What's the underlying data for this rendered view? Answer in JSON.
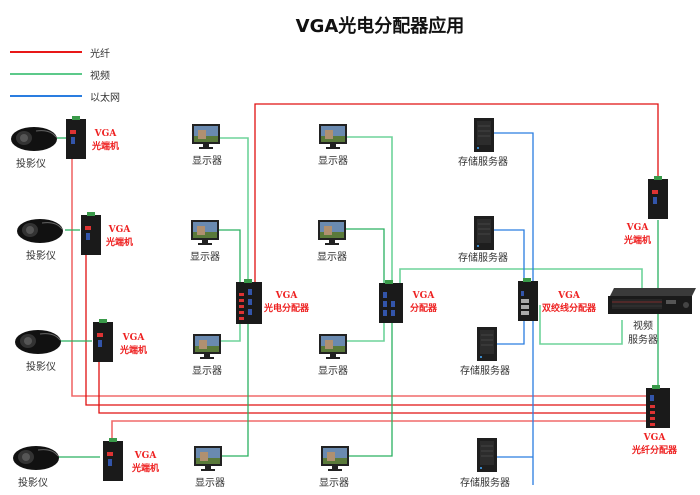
{
  "title": "VGA光电分配器应用",
  "legend": [
    {
      "label": "光纤",
      "color": "#e81818"
    },
    {
      "label": "视频",
      "color": "#5cc98a"
    },
    {
      "label": "以太网",
      "color": "#2a7de0"
    }
  ],
  "nodes": {
    "projectors": [
      {
        "label": "投影仪"
      },
      {
        "label": "投影仪"
      },
      {
        "label": "投影仪"
      },
      {
        "label": "投影仪"
      }
    ],
    "fiber_transceivers": [
      {
        "model": "VGA",
        "type": "光端机"
      },
      {
        "model": "VGA",
        "type": "光端机"
      },
      {
        "model": "VGA",
        "type": "光端机"
      },
      {
        "model": "VGA",
        "type": "光端机"
      },
      {
        "model": "VGA",
        "type": "光端机"
      }
    ],
    "monitors": [
      {
        "label": "显示器"
      },
      {
        "label": "显示器"
      },
      {
        "label": "显示器"
      },
      {
        "label": "显示器"
      },
      {
        "label": "显示器"
      },
      {
        "label": "显示器"
      },
      {
        "label": "显示器"
      },
      {
        "label": "显示器"
      }
    ],
    "optical_splitter": {
      "model": "VGA",
      "type": "光电分配器"
    },
    "vga_splitter": {
      "model": "VGA",
      "type": "分配器"
    },
    "twisted_pair_splitter": {
      "model": "VGA",
      "type": "双绞线分配器"
    },
    "fiber_splitter": {
      "model": "VGA",
      "type": "光纤分配器"
    },
    "storage_servers": [
      {
        "label": "存储服务器"
      },
      {
        "label": "存储服务器"
      },
      {
        "label": "存储服务器"
      },
      {
        "label": "存储服务器"
      }
    ],
    "video_server": {
      "line1": "视频",
      "line2": "服务器"
    }
  }
}
